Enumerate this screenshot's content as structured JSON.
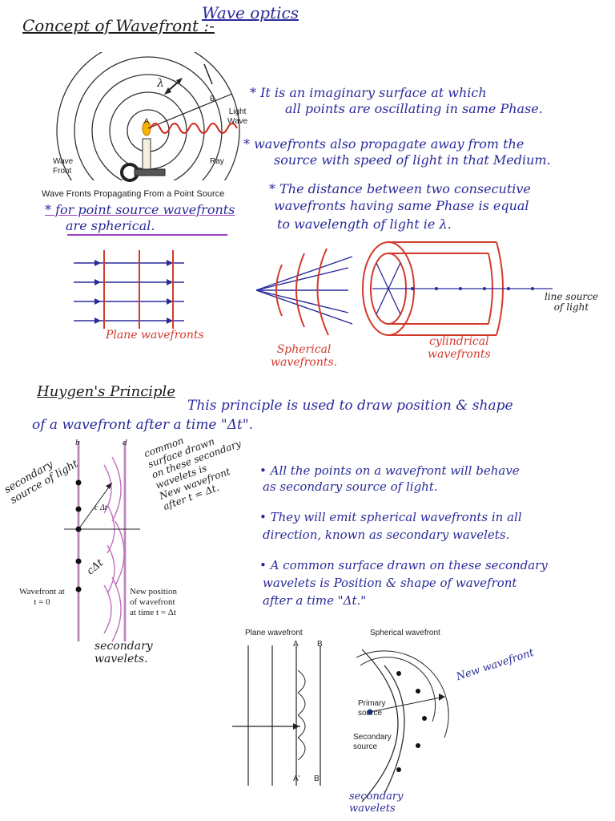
{
  "header": {
    "subject": "Wave optics",
    "title": "Concept of Wavefront :-"
  },
  "figure1": {
    "labels": {
      "lambda": "λ",
      "a": "A",
      "b": "B",
      "light_wave": "Light\nWave",
      "wave_front": "Wave\nFront",
      "ray": "Ray"
    },
    "caption": "Wave Fronts Propagating From a Point Source"
  },
  "notes_top": [
    "* It is an imaginary surface at which",
    "all points are oscillating in same Phase.",
    "* wavefronts also propagate away from the",
    "source with speed of light in that Medium.",
    "* The distance between two consecutive",
    "wavefronts having same Phase is equal",
    "to wavelength of light ie λ."
  ],
  "point_source_note": [
    "* for point source wavefronts",
    "are spherical."
  ],
  "figure2": {
    "plane_label": "Plane wavefronts",
    "spherical_label": "Spherical\nwavefronts.",
    "cylindrical_label": "cylindrical\nwavefronts",
    "line_source_label": "line source\nof light"
  },
  "huygens": {
    "heading": "Huygen's Principle",
    "intro_line1": "This principle is used to draw position & shape",
    "intro_line2": "of a wavefront after a time \"Δt\"."
  },
  "figure3": {
    "b": "b",
    "d": "d",
    "c_dt": "c Δt",
    "cdt": "cΔt",
    "secondary_sources": "secondary\nsource of light",
    "common_surface": "common\nsurface drawn\non these secondary\nwavelets is\nNew wavefront\nafter t = Δt.",
    "wavefront_at": "Wavefront at\nt = 0",
    "new_position": "New position\nof wavefront\nat time t = Δt",
    "secondary_wavelets": "secondary\nwavelets."
  },
  "huygens_points": [
    "• All the points on a wavefront will behave",
    "as secondary source of light.",
    "• They will emit spherical wavefronts in all",
    "direction, known as secondary wavelets.",
    "• A common surface drawn on these secondary",
    "wavelets is Position & shape of wavefront",
    "after a time \"Δt.\""
  ],
  "figure4": {
    "plane_title": "Plane wavefront",
    "spherical_title": "Spherical wavefront",
    "a_top": "A",
    "b_top": "B",
    "a_bottom": "A'",
    "b_bottom": "B'",
    "new_wavefront": "New wavefront",
    "primary_source": "Primary\nsource",
    "secondary_source": "Secondary\nsource",
    "secondary_wavelets": "secondary\nwavelets"
  }
}
